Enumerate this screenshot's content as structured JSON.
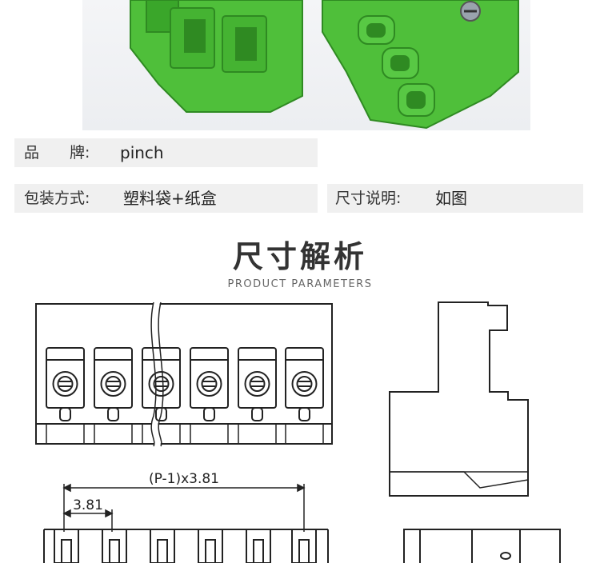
{
  "specs": {
    "brand_label": "品　　牌:",
    "brand_value": "pinch",
    "packaging_label": "包装方式:",
    "packaging_value": "塑料袋+纸盒",
    "size_label": "尺寸说明:",
    "size_value": "如图"
  },
  "section": {
    "title": "尺寸解析",
    "subtitle": "PRODUCT PARAMETERS"
  },
  "drawing": {
    "dim_pitch_total": "(P-1)x3.81",
    "dim_pitch": "3.81"
  },
  "colors": {
    "connector_green": "#4fbf3a",
    "line": "#222222",
    "row_bg": "#f0f0f0"
  }
}
